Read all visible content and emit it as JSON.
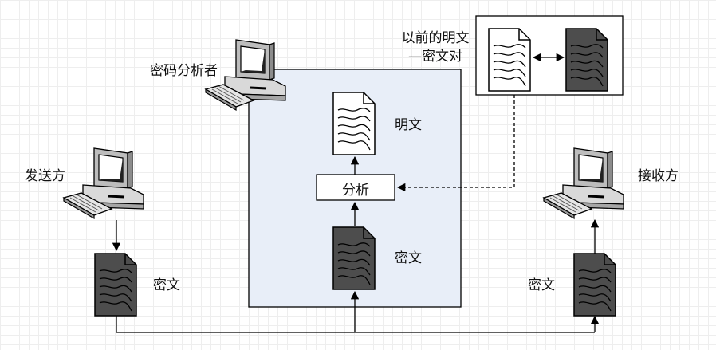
{
  "labels": {
    "cryptanalyst": "密码分析者",
    "sender": "发送方",
    "receiver": "接收方",
    "plaintext": "明文",
    "analysis": "分析",
    "ciphertext_center": "密文",
    "ciphertext_sender": "密文",
    "ciphertext_receiver": "密文",
    "pairs_line1": "以前的明文",
    "pairs_line2": "—密文对"
  },
  "colors": {
    "analysis_panel": "#e8eef8",
    "ciphertext_doc": "#4d4d4d",
    "plaintext_doc": "#ffffff",
    "line": "#000000"
  },
  "icons": {
    "computer": "computer-icon",
    "plaintext_doc": "plaintext-document-icon",
    "ciphertext_doc": "ciphertext-document-icon"
  }
}
